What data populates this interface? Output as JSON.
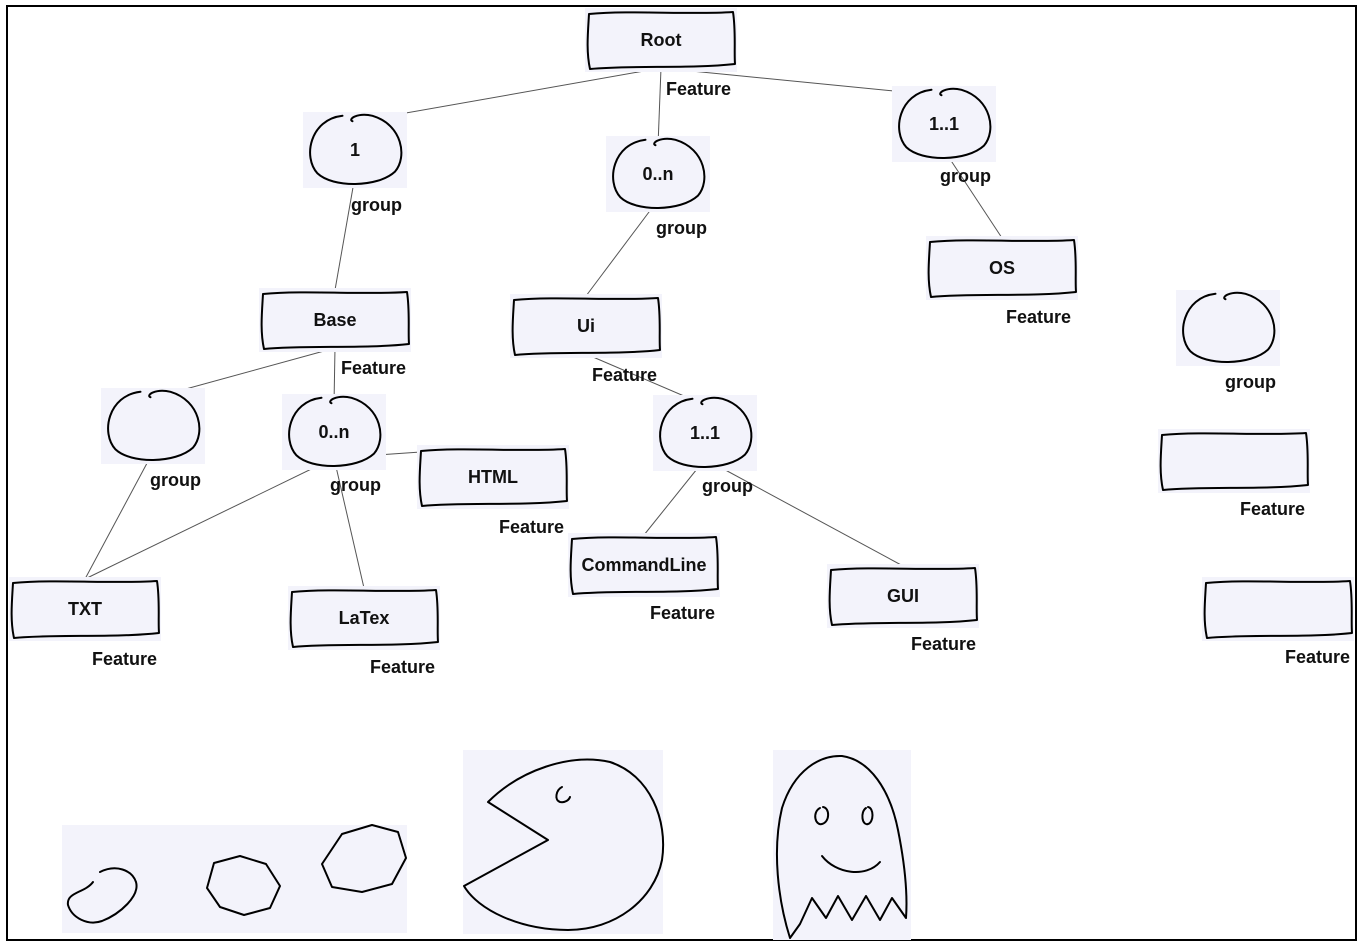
{
  "palette": {
    "node_fill": "#f3f3fb",
    "ink": "#000000",
    "edge": "#555555"
  },
  "nodes": [
    {
      "id": "root",
      "kind": "feature",
      "label": "Root",
      "type_label": "Feature"
    },
    {
      "id": "g_base",
      "kind": "group",
      "label": "1",
      "type_label": "group"
    },
    {
      "id": "g_ui",
      "kind": "group",
      "label": "0..n",
      "type_label": "group"
    },
    {
      "id": "g_os",
      "kind": "group",
      "label": "1..1",
      "type_label": "group"
    },
    {
      "id": "os",
      "kind": "feature",
      "label": "OS",
      "type_label": "Feature"
    },
    {
      "id": "base",
      "kind": "feature",
      "label": "Base",
      "type_label": "Feature"
    },
    {
      "id": "ui",
      "kind": "feature",
      "label": "Ui",
      "type_label": "Feature"
    },
    {
      "id": "g_txt",
      "kind": "group",
      "label": "",
      "type_label": "group"
    },
    {
      "id": "g_out",
      "kind": "group",
      "label": "0..n",
      "type_label": "group"
    },
    {
      "id": "html",
      "kind": "feature",
      "label": "HTML",
      "type_label": "Feature"
    },
    {
      "id": "g_mode",
      "kind": "group",
      "label": "1..1",
      "type_label": "group"
    },
    {
      "id": "txt",
      "kind": "feature",
      "label": "TXT",
      "type_label": "Feature"
    },
    {
      "id": "latex",
      "kind": "feature",
      "label": "LaTex",
      "type_label": "Feature"
    },
    {
      "id": "cmd",
      "kind": "feature",
      "label": "CommandLine",
      "type_label": "Feature"
    },
    {
      "id": "gui",
      "kind": "feature",
      "label": "GUI",
      "type_label": "Feature"
    },
    {
      "id": "palette_group",
      "kind": "group",
      "label": "",
      "type_label": "group"
    },
    {
      "id": "palette_feature_1",
      "kind": "feature",
      "label": "",
      "type_label": "Feature"
    },
    {
      "id": "palette_feature_2",
      "kind": "feature",
      "label": "",
      "type_label": "Feature"
    }
  ],
  "edges": [
    {
      "from": "root",
      "to": "g_base"
    },
    {
      "from": "root",
      "to": "g_ui"
    },
    {
      "from": "root",
      "to": "g_os"
    },
    {
      "from": "g_base",
      "to": "base"
    },
    {
      "from": "g_ui",
      "to": "ui"
    },
    {
      "from": "g_os",
      "to": "os"
    },
    {
      "from": "base",
      "to": "g_txt"
    },
    {
      "from": "base",
      "to": "g_out"
    },
    {
      "from": "g_txt",
      "to": "txt"
    },
    {
      "from": "g_out",
      "to": "txt"
    },
    {
      "from": "g_out",
      "to": "latex"
    },
    {
      "from": "g_out",
      "to": "html"
    },
    {
      "from": "ui",
      "to": "g_mode"
    },
    {
      "from": "g_mode",
      "to": "cmd"
    },
    {
      "from": "g_mode",
      "to": "gui"
    }
  ],
  "doodles": [
    {
      "id": "scribble-circles"
    },
    {
      "id": "pacman"
    },
    {
      "id": "ghost"
    }
  ]
}
